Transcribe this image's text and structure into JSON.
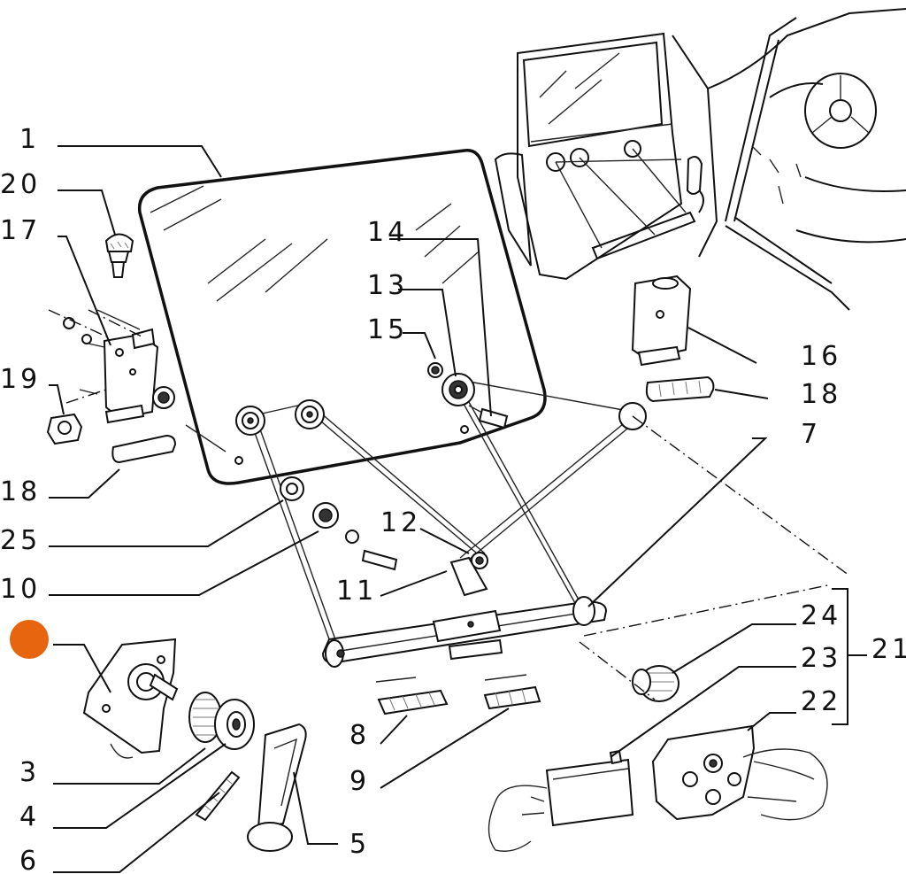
{
  "labels": {
    "l1": "1",
    "l3": "3",
    "l4": "4",
    "l5": "5",
    "l6": "6",
    "l7": "7",
    "l8": "8",
    "l9": "9",
    "l10": "10",
    "l11": "11",
    "l12": "12",
    "l13": "13",
    "l14": "14",
    "l15": "15",
    "l16": "16",
    "l17": "17",
    "l18a": "18",
    "l18b": "18",
    "l19": "19",
    "l20": "20",
    "l21": "21",
    "l22": "22",
    "l23": "23",
    "l24": "24",
    "l25": "25"
  },
  "colors": {
    "marker": "#E8650F",
    "ink": "#111111"
  }
}
